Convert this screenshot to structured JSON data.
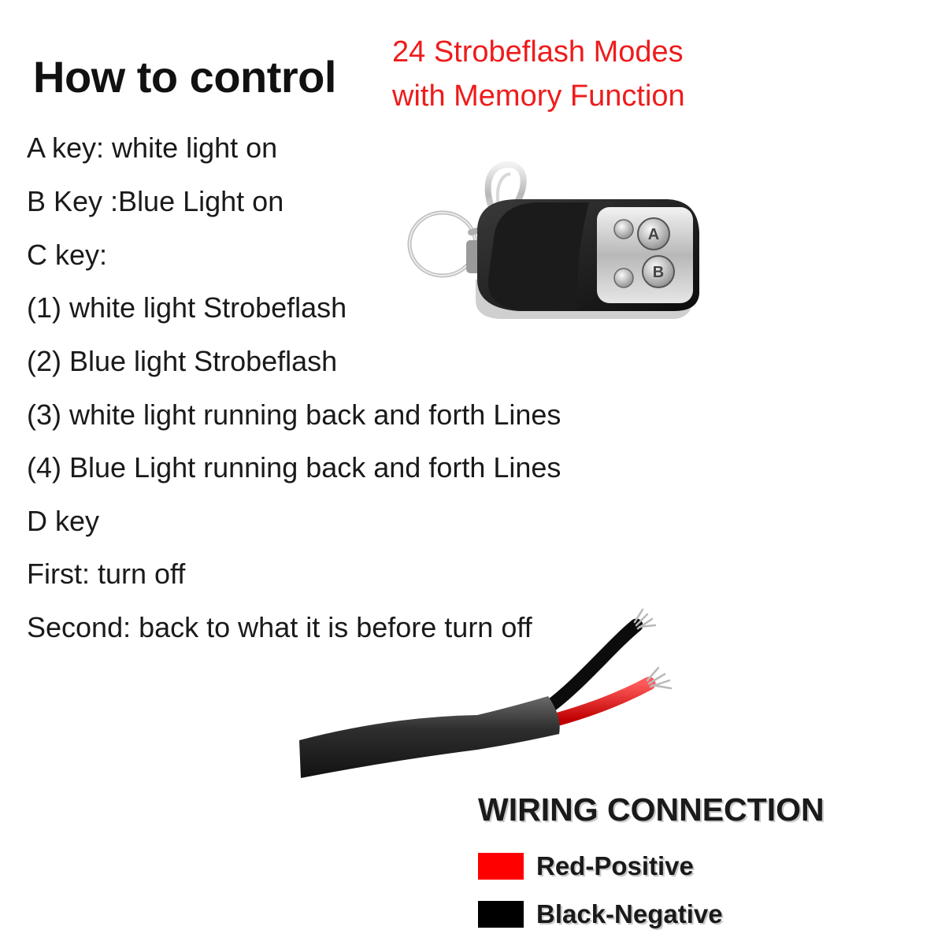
{
  "title": "How to control",
  "modes": {
    "line1": "24 Strobeflash Modes",
    "line2": "with Memory Function",
    "color": "#ee1c1c"
  },
  "instructions": [
    "A key: white light on",
    "B Key :Blue Light on",
    "C key:",
    "(1) white light Strobeflash",
    "(2) Blue light Strobeflash",
    "(3) white light running back and forth Lines",
    "(4) Blue Light running back and forth Lines",
    "D key",
    "First: turn off",
    "Second: back to what it is before turn off"
  ],
  "remote": {
    "icon": "key-fob-remote-icon",
    "buttons": [
      "A",
      "B"
    ]
  },
  "cable": {
    "icon": "two-wire-cable-icon"
  },
  "wiring": {
    "title": "WIRING CONNECTION",
    "items": [
      {
        "label": "Red-Positive",
        "color": "#ff0000"
      },
      {
        "label": "Black-Negative",
        "color": "#000000"
      }
    ]
  }
}
